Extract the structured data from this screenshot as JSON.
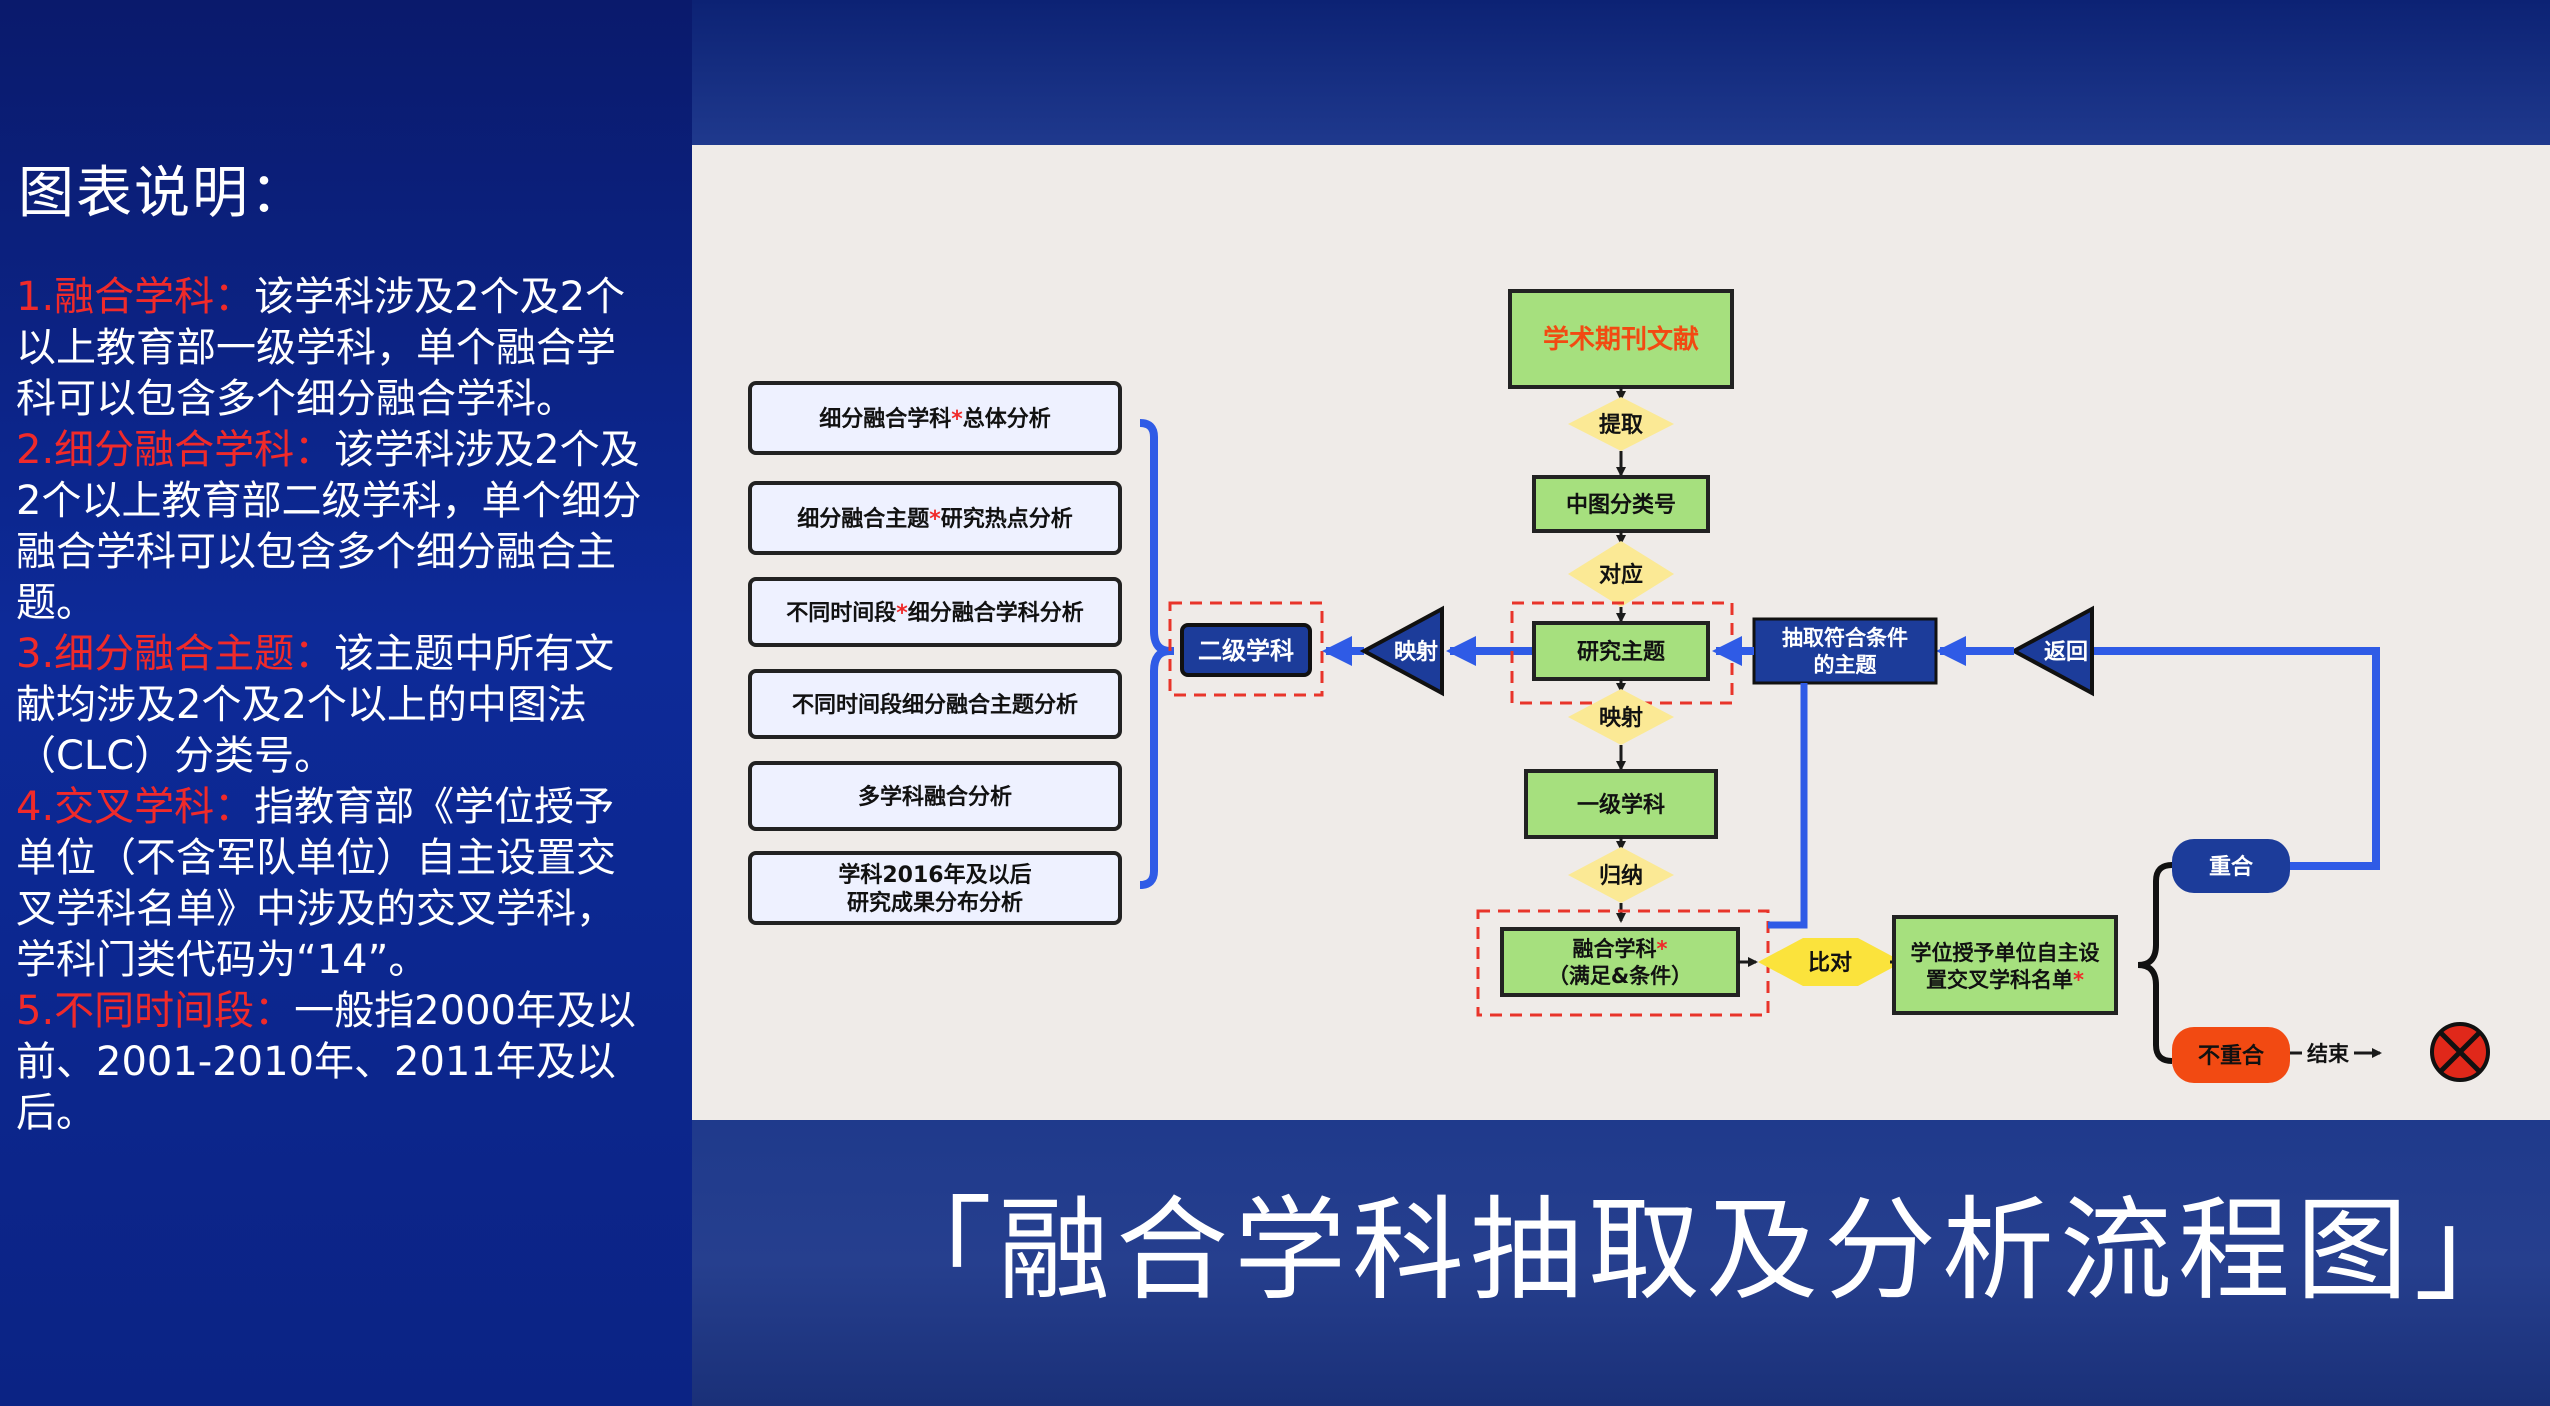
{
  "explanation": {
    "title": "图表说明：",
    "notes": [
      {
        "label": "1.融合学科：",
        "text": "该学科涉及2个及2个以上教育部一级学科，单个融合学科可以包含多个细分融合学科。"
      },
      {
        "label": "2.细分融合学科：",
        "text": "该学科涉及2个及2个以上教育部二级学科，单个细分融合学科可以包含多个细分融合主题。"
      },
      {
        "label": "3.细分融合主题：",
        "text": "该主题中所有文献均涉及2个及2个以上的中图法（CLC）分类号。"
      },
      {
        "label": "4.交叉学科：",
        "text": "指教育部《学位授予单位（不含军队单位）自主设置交叉学科名单》中涉及的交叉学科，学科门类代码为“14”。"
      },
      {
        "label": "5.不同时间段：",
        "text": "一般指2000年及以前、2001-2010年、2011年及以后。"
      }
    ]
  },
  "caption": "「融合学科抽取及分析流程图」",
  "flowchart": {
    "analysis_items": [
      {
        "pre": "细分融合学科",
        "star": "*",
        "post": "总体分析"
      },
      {
        "pre": "细分融合主题",
        "star": "*",
        "post": "研究热点分析"
      },
      {
        "pre": "不同时间段",
        "star": "*",
        "post": "细分融合学科分析"
      },
      {
        "pre": "不同时间段细分融合主题分析",
        "star": "",
        "post": ""
      },
      {
        "pre": "多学科融合分析",
        "star": "",
        "post": ""
      },
      {
        "line1": "学科2016年及以后",
        "line2": "研究成果分布分析"
      }
    ],
    "secondary_discipline": "二级学科",
    "map_left": "映射",
    "journal_lit": "学术期刊文献",
    "extract": "提取",
    "clc_code": "中图分类号",
    "correspond": "对应",
    "research_topic": "研究主题",
    "map_down": "映射",
    "primary_discipline": "一级学科",
    "induce": "归纳",
    "fusion_line1": "融合学科",
    "fusion_star": "*",
    "fusion_line2": "（满足&条件）",
    "compare": "比对",
    "list_line1": "学位授予单位自主设",
    "list_line2": "置交叉学科名单",
    "list_star": "*",
    "extract_topic_line1": "抽取符合条件",
    "extract_topic_line2": "的主题",
    "return": "返回",
    "coincide": "重合",
    "not_coincide": "不重合",
    "end": "结束"
  },
  "colors": {
    "red_text": "#f02a2a",
    "green_box": "#a6e07e",
    "navy_box": "#1c3c9a",
    "blue_arrow": "#2f5be6",
    "yellow_diamond": "#fbe995",
    "orange_node": "#f24a12",
    "end_icon": "#e0281a"
  }
}
